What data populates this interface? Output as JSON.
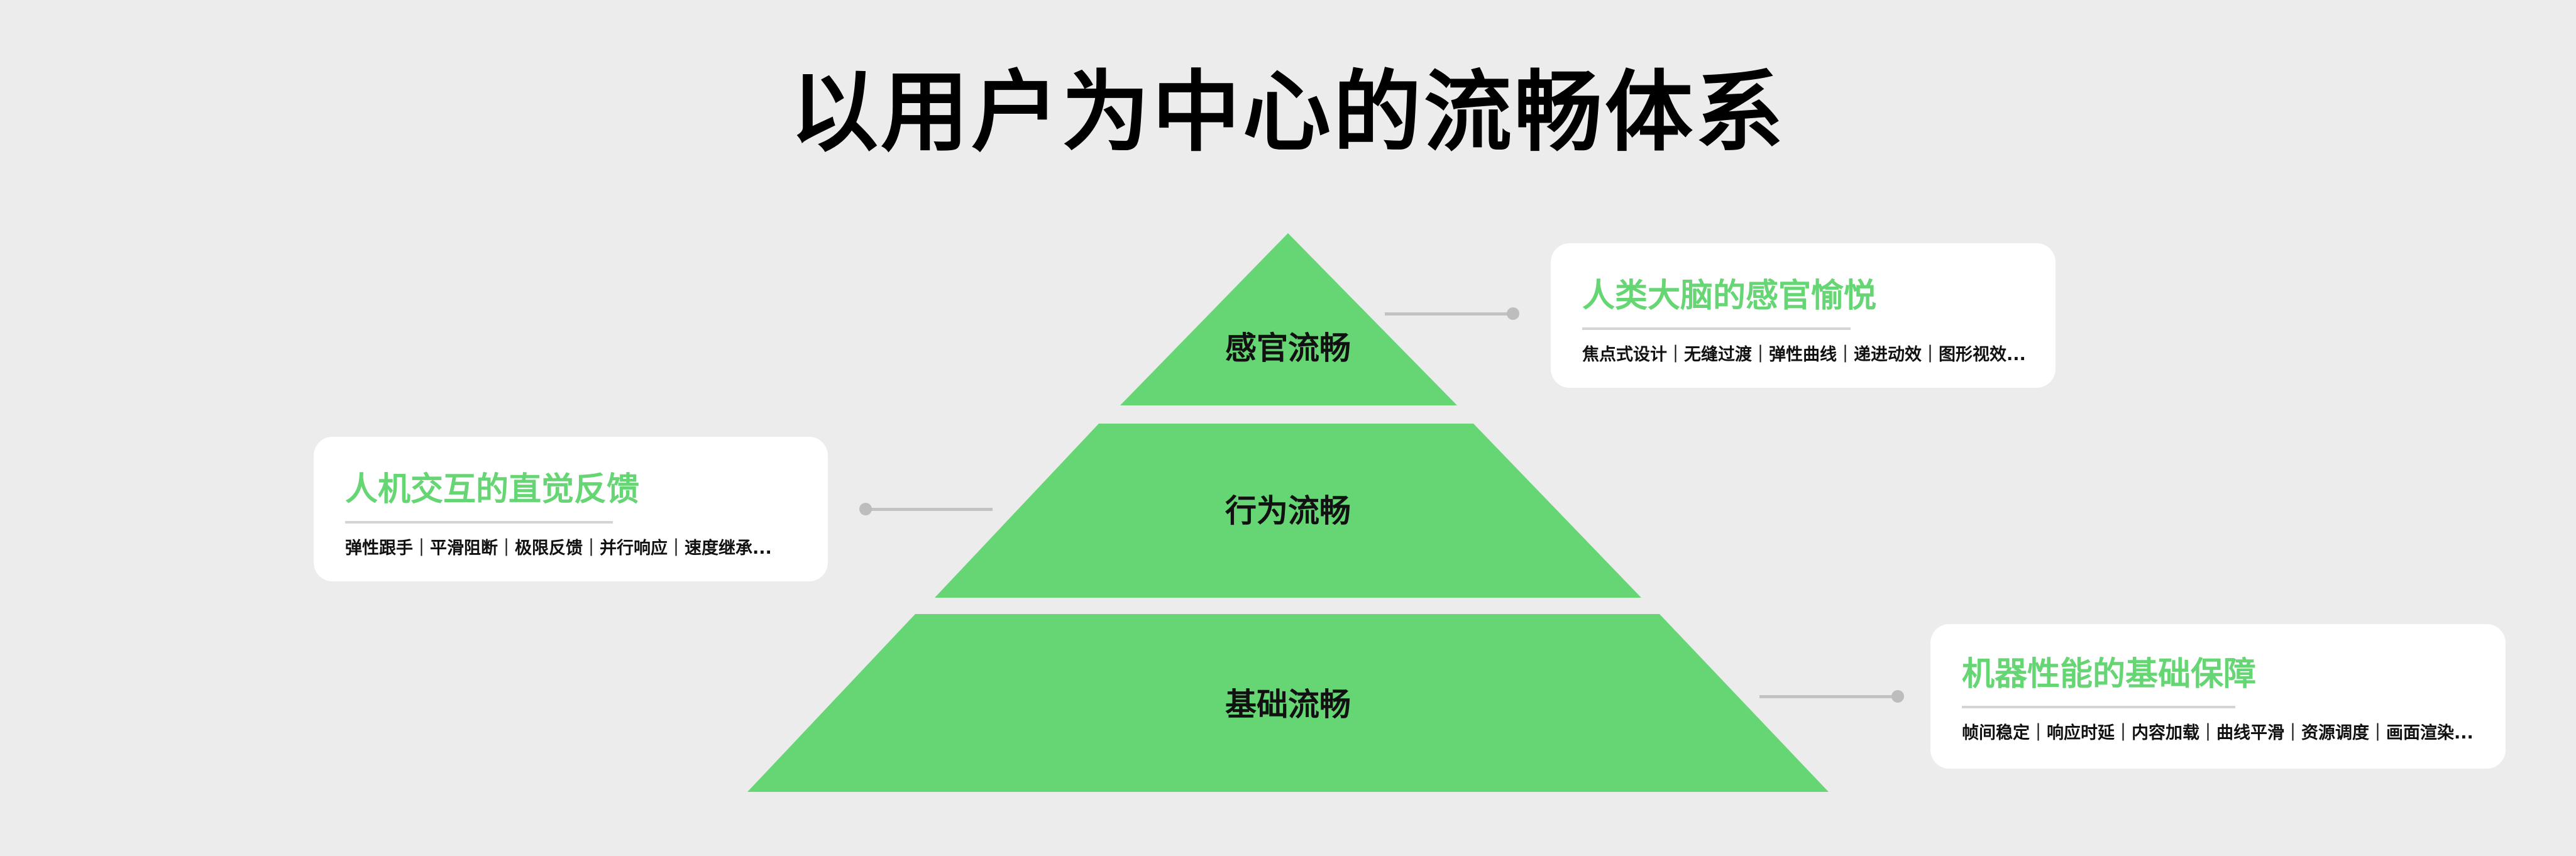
{
  "title": "以用户为中心的流畅体系",
  "colors": {
    "accent": "#66d675",
    "background": "#ececec"
  },
  "pyramid": [
    {
      "label": "感官流畅"
    },
    {
      "label": "行为流畅"
    },
    {
      "label": "基础流畅"
    }
  ],
  "cards": [
    {
      "title": "人类大脑的感官愉悦",
      "items": "焦点式设计｜无缝过渡｜弹性曲线｜递进动效｜图形视效..."
    },
    {
      "title": "人机交互的直觉反馈",
      "items": "弹性跟手｜平滑阻断｜极限反馈｜并行响应｜速度继承..."
    },
    {
      "title": "机器性能的基础保障",
      "items": "帧间稳定｜响应时延｜内容加载｜曲线平滑｜资源调度｜画面渲染..."
    }
  ]
}
